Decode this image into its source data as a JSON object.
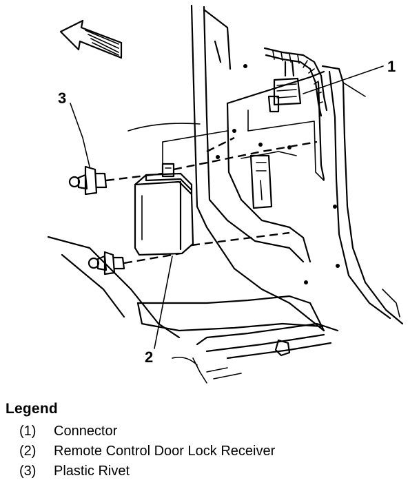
{
  "figure": {
    "callouts": [
      {
        "id": 1,
        "label": "1"
      },
      {
        "id": 2,
        "label": "2"
      },
      {
        "id": 3,
        "label": "3"
      }
    ]
  },
  "legend": {
    "title": "Legend",
    "items": [
      {
        "number": "(1)",
        "text": "Connector"
      },
      {
        "number": "(2)",
        "text": "Remote Control Door Lock Receiver"
      },
      {
        "number": "(3)",
        "text": "Plastic Rivet"
      }
    ]
  }
}
